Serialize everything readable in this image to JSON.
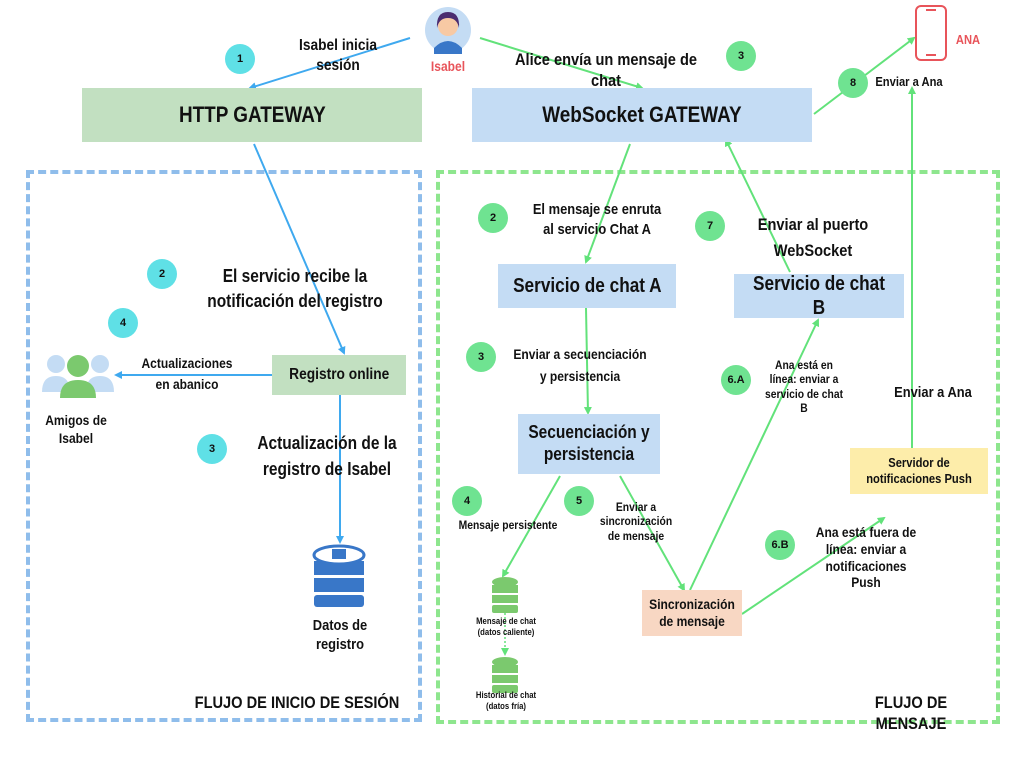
{
  "colors": {
    "http_gateway_bg": "#c2e0c1",
    "ws_gateway_bg": "#c4dcf4",
    "service_bg": "#c4dcf4",
    "registry_bg": "#c2e0c1",
    "push_bg": "#fdedaa",
    "sync_bg": "#f8d7c3",
    "login_frame": "#8fbdeb",
    "message_frame": "#8ee68e",
    "badge_cyan": "#5fe0e6",
    "badge_green": "#6fe391",
    "blue_arrow": "#3fa9ef",
    "green_arrow": "#62e27a",
    "red_accent": "#e8545a",
    "db_blue": "#3977c8",
    "db_green": "#7bc96e"
  },
  "isabel": {
    "name": "Isabel",
    "icon": "user-avatar-icon"
  },
  "ana": {
    "label": "ANA",
    "icon": "smartphone-icon"
  },
  "http_gateway": {
    "label": "HTTP GATEWAY"
  },
  "ws_gateway": {
    "label": "WebSocket GATEWAY"
  },
  "login_flow": {
    "title": "FLUJO DE INICIO DE SESIÓN",
    "step1": {
      "num": "1",
      "text": "Isabel inicia sesión"
    },
    "step2": {
      "num": "2",
      "text": "El servicio recibe la notificación del registro"
    },
    "step3": {
      "num": "3",
      "text": "Actualización de la registro de Isabel"
    },
    "step4": {
      "num": "4",
      "text": "Actualizaciones en abanico"
    },
    "registry": "Registro online",
    "friends": {
      "label": "Amigos de Isabel",
      "icon": "user-group-icon"
    },
    "db": {
      "label": "Datos de registro",
      "icon": "database-icon"
    }
  },
  "message_flow": {
    "title": "FLUJO DE MENSAJE",
    "step2": {
      "num": "2",
      "text": "El mensaje se enruta al servicio Chat A"
    },
    "step3_top": {
      "num": "3",
      "text": "Alice envía un mensaje de chat"
    },
    "step3": {
      "num": "3",
      "text": "Enviar a secuenciación y persistencia"
    },
    "step4": {
      "num": "4",
      "text": "Mensaje persistente"
    },
    "step5": {
      "num": "5",
      "text": "Enviar a sincronización de mensaje"
    },
    "step6a": {
      "num": "6.A",
      "text": "Ana está en línea: enviar a servicio de chat B"
    },
    "step6b": {
      "num": "6.B",
      "text": "Ana está fuera de línea: enviar a notificaciones Push"
    },
    "step7": {
      "num": "7",
      "text": "Enviar al puerto WebSocket"
    },
    "step8": {
      "num": "8",
      "text": "Enviar a Ana"
    },
    "send_to_ana": "Enviar a Ana",
    "chat_a": "Servicio de chat A",
    "chat_b": "Servicio de chat B",
    "seq": "Secuenciación y persistencia",
    "sync": "Sincronización de mensaje",
    "push": "Servidor de notificaciones Push",
    "hot": {
      "label": "Mensaje de chat (datos caliente)",
      "icon": "database-icon"
    },
    "cold": {
      "label": "Historial de chat (datos fría)",
      "icon": "database-icon"
    }
  }
}
